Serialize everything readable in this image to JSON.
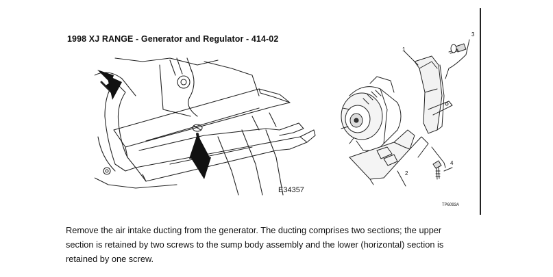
{
  "document": {
    "title": "1998 XJ RANGE - Generator and Regulator - 414-02",
    "figure_left_code": "E34357",
    "figure_right_code": "TP6093A",
    "callouts": [
      "1",
      "2",
      "3",
      "4"
    ],
    "caption_lines": [
      "Remove the air intake ducting from the generator. The ducting comprises two sections; the upper",
      "section is  retained by two screws to the sump body assembly and the lower (horizontal) section is",
      "retained by one screw."
    ]
  }
}
